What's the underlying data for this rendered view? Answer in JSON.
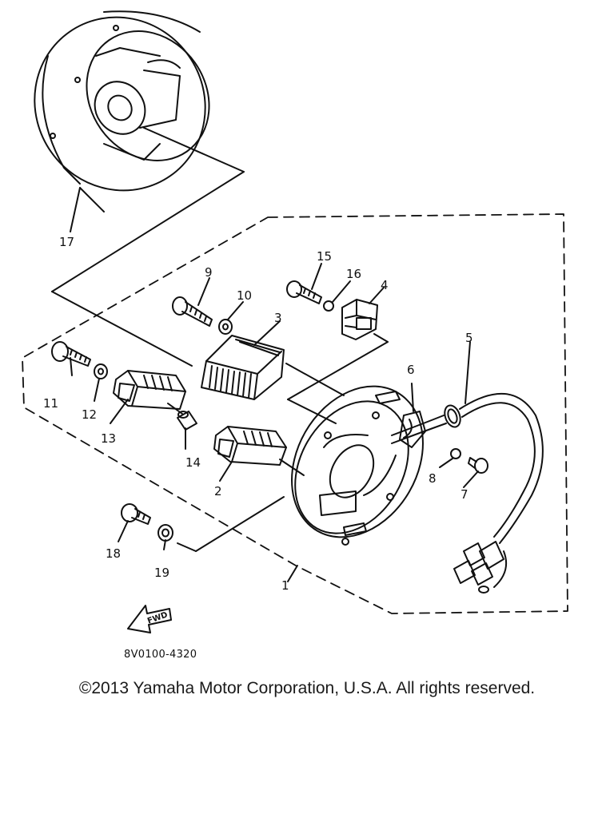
{
  "diagram": {
    "callouts": [
      "1",
      "2",
      "3",
      "4",
      "5",
      "6",
      "7",
      "8",
      "9",
      "10",
      "11",
      "12",
      "13",
      "14",
      "15",
      "16",
      "17",
      "18",
      "19"
    ],
    "arrow_label": "FWD",
    "drawing_code": "8V0100-4320"
  },
  "footer": {
    "copyright": "©2013 Yamaha Motor Corporation, U.S.A. All rights reserved."
  }
}
